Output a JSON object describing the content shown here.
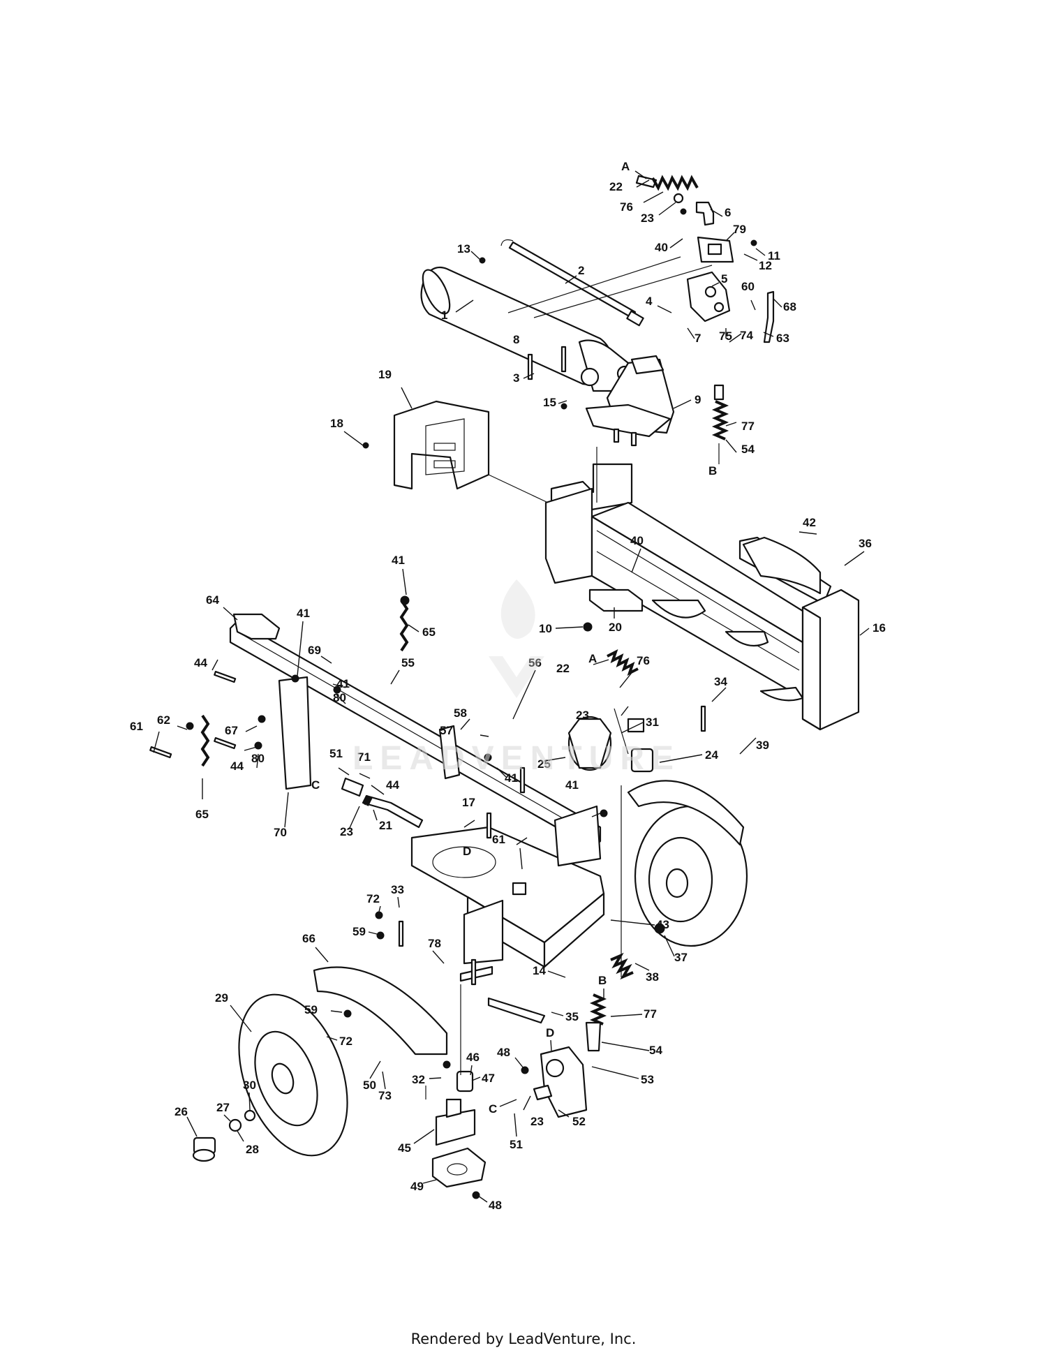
{
  "footer": {
    "text": "Rendered by LeadVenture, Inc."
  },
  "watermark": {
    "text": "LEADVENTURE",
    "color": "#d8d8d8"
  },
  "callouts": {
    "A1": "A",
    "p22a": "22",
    "p76a": "76",
    "p23a": "23",
    "p6": "6",
    "p40a": "40",
    "p79": "79",
    "p11": "11",
    "p12": "12",
    "p13": "13",
    "p2": "2",
    "p5": "5",
    "p60": "60",
    "p68": "68",
    "p4": "4",
    "p7": "7",
    "p1": "1",
    "p75": "75",
    "p74": "74",
    "p63": "63",
    "p8": "8",
    "p3": "3",
    "p9": "9",
    "p15": "15",
    "p77a": "77",
    "p54a": "54",
    "B1": "B",
    "p19": "19",
    "p18": "18",
    "p42": "42",
    "p36": "36",
    "p40b": "40",
    "p16": "16",
    "p10": "10",
    "p20": "20",
    "p41a": "41",
    "p64": "64",
    "p41b": "41",
    "p65a": "65",
    "p44a": "44",
    "p69": "69",
    "p41c": "41",
    "p55": "55",
    "p80a": "80",
    "p56": "56",
    "A2": "A",
    "p22b": "22",
    "p76b": "76",
    "p34": "34",
    "p62": "62",
    "p61a": "61",
    "p67": "67",
    "p58": "58",
    "p57": "57",
    "p23b": "23",
    "p31": "31",
    "p39": "39",
    "p44b": "44",
    "p80b": "80",
    "p51a": "51",
    "p71": "71",
    "p25": "25",
    "p24": "24",
    "C1": "C",
    "p44c": "44",
    "p41d": "41",
    "p41e": "41",
    "p65b": "65",
    "p70": "70",
    "p23c": "23",
    "p21": "21",
    "p17": "17",
    "D1": "D",
    "p61b": "61",
    "p33": "33",
    "p72a": "72",
    "p43": "43",
    "p59a": "59",
    "p66": "66",
    "p78": "78",
    "p37": "37",
    "p38": "38",
    "p14": "14",
    "B2": "B",
    "p29": "29",
    "p77b": "77",
    "p59b": "59",
    "p35": "35",
    "p72b": "72",
    "D2": "D",
    "p54b": "54",
    "p48a": "48",
    "p46": "46",
    "p32": "32",
    "p47": "47",
    "p53": "53",
    "p50": "50",
    "p73": "73",
    "p30": "30",
    "C2": "C",
    "p27": "27",
    "p26": "26",
    "p28": "28",
    "p23d": "23",
    "p52": "52",
    "p45": "45",
    "p51b": "51",
    "p49": "49",
    "p48b": "48"
  }
}
